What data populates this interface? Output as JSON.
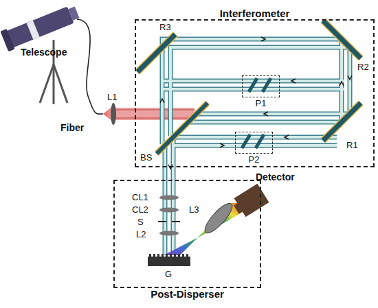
{
  "diagram": {
    "nodes": [
      {
        "text": [
          "Interferometer"
        ]
      },
      {
        "text": [
          "P1"
        ],
        "in": 0
      },
      {
        "text": [
          "P2"
        ],
        "in": 0
      },
      {
        "text": [
          "Post-Disperser"
        ]
      }
    ],
    "labels": [
      "Telescope",
      "Fiber",
      "L1",
      "R3",
      "R2",
      "R1",
      "BS",
      "CL1",
      "CL2",
      "S",
      "L2",
      "L3",
      "G",
      "Detector"
    ]
  }
}
